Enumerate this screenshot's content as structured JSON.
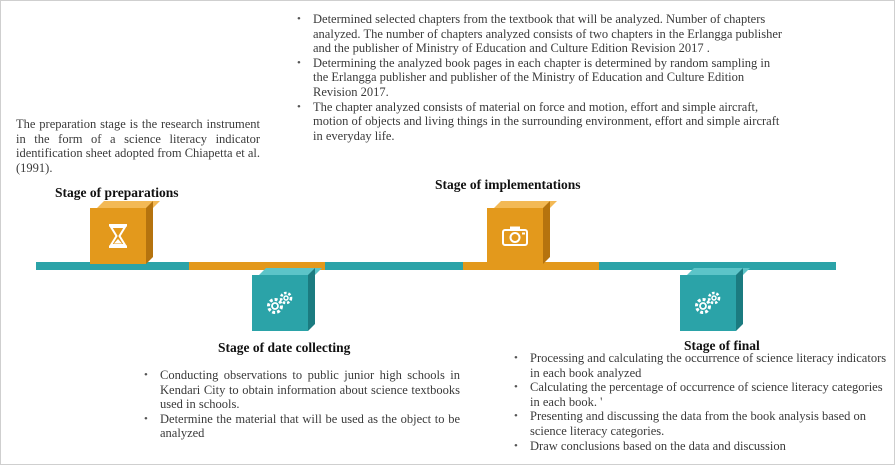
{
  "stages": {
    "preparations": {
      "title": "Stage of preparations",
      "description": "The preparation stage is the research instrument in the form of a science literacy indicator identification sheet adopted from  Chiapetta et al. (1991).",
      "icon": "hourglass-icon"
    },
    "implementations": {
      "title": "Stage of implementations",
      "bullets": [
        "Determined selected chapters from the textbook that will be analyzed. Number of chapters analyzed. The number of chapters analyzed consists of two chapters in the Erlangga publisher  and the publisher  of Ministry of Education and Culture Edition  Revision 2017 .",
        "Determining the analyzed book pages in each chapter is determined by random sampling in the Erlangga publisher and publisher  of the Ministry of Education and Culture Edition Revision 2017.",
        "The chapter analyzed consists of material on force and motion, effort and simple aircraft, motion of objects and living things in the surrounding environment, effort and simple aircraft in everyday life."
      ],
      "icon": "camera-icon"
    },
    "data_collecting": {
      "title": "Stage of date collecting",
      "bullets": [
        "Conducting observations to public junior high schools in Kendari City to obtain information about science textbooks used in schools.",
        "Determine the material that will be used as the object to be analyzed"
      ],
      "icon": "gears-icon"
    },
    "final": {
      "title": "Stage of final",
      "bullets": [
        "Processing and calculating the occurrence of science literacy indicators in each book analyzed",
        "Calculating the percentage of occurrence of science literacy categories in each book. '",
        "Presenting and discussing the data from the book analysis based on science literacy categories.",
        "Draw conclusions based on the data and discussion"
      ],
      "icon": "gears-icon"
    }
  },
  "colors": {
    "teal": "#2ba3a8",
    "orange": "#e3991c"
  }
}
